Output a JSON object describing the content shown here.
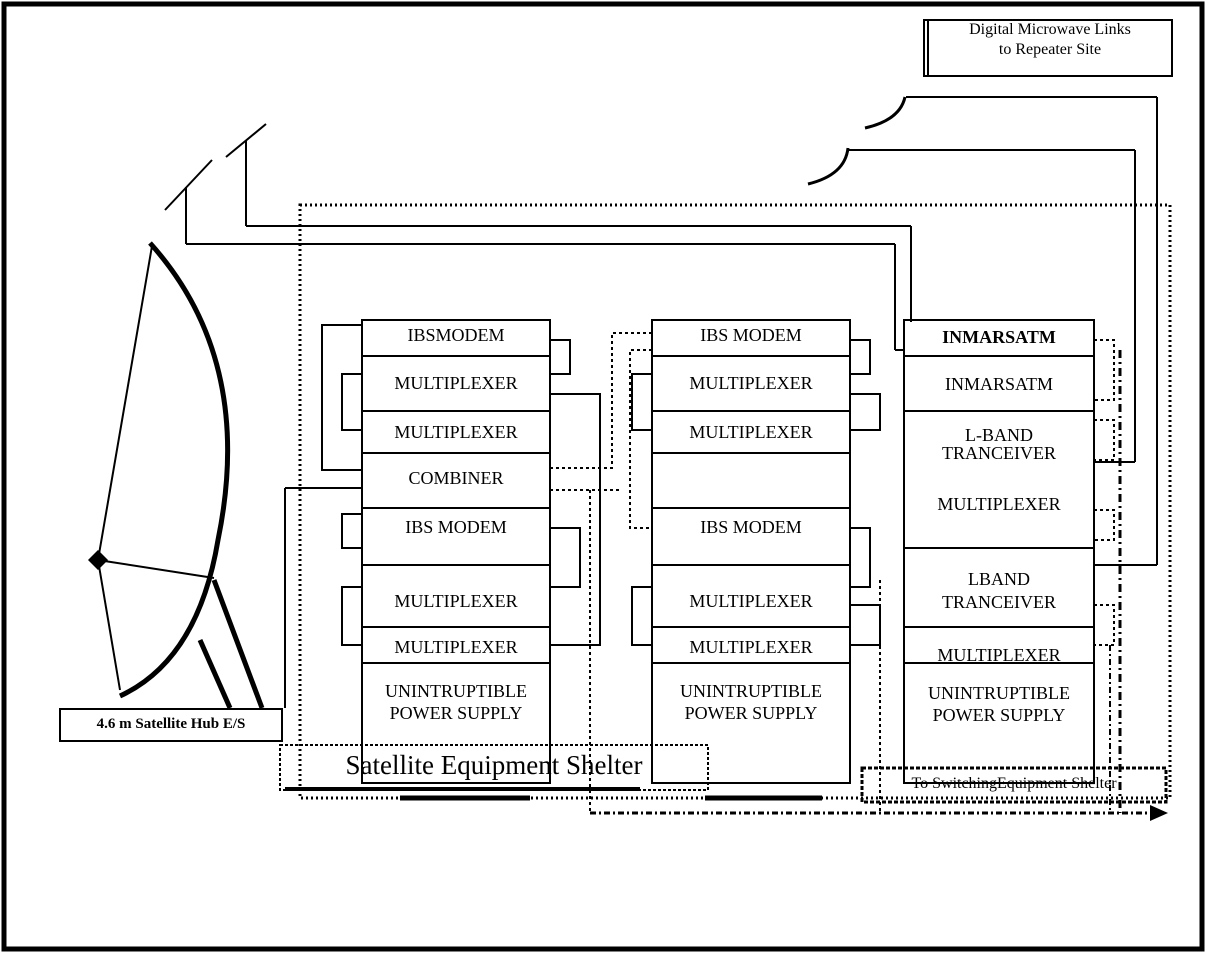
{
  "title_box": {
    "line1": "Digital Microwave Links",
    "line2": "to Repeater Site"
  },
  "hub_label": "4.6 m Satellite Hub E/S",
  "shelter_label": "Satellite Equipment Shelter",
  "switching_label": "To SwitchingEquipment Shelter",
  "cabinet1": {
    "u1": "IBSMODEM",
    "u2": "MULTIPLEXER",
    "u3": "MULTIPLEXER",
    "u4": "COMBINER",
    "u5": "IBS MODEM",
    "u6": "MULTIPLEXER",
    "u7": "MULTIPLEXER",
    "ups1": "UNINTRUPTIBLE",
    "ups2": "POWER SUPPLY"
  },
  "cabinet2": {
    "u1": "IBS MODEM",
    "u2": "MULTIPLEXER",
    "u3": "MULTIPLEXER",
    "u5": "IBS MODEM",
    "u6": "MULTIPLEXER",
    "u7": "MULTIPLEXER",
    "ups1": "UNINTRUPTIBLE",
    "ups2": "POWER SUPPLY"
  },
  "cabinet3": {
    "u1": "INMARSATM",
    "u2": "INMARSATM",
    "u3a": "L-BAND",
    "u3b": "TRANCEIVER",
    "u4": "MULTIPLEXER",
    "u5a": "LBAND",
    "u5b": "TRANCEIVER",
    "u6": "MULTIPLEXER",
    "ups1": "UNINTRUPTIBLE",
    "ups2": "POWER SUPPLY"
  }
}
